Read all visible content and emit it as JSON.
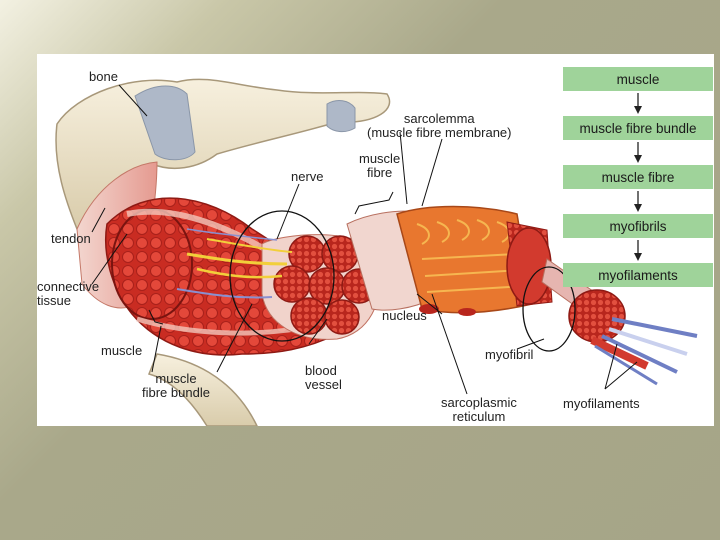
{
  "diagram": {
    "labels": {
      "bone": "bone",
      "tendon": "tendon",
      "connective_tissue": "connective\ntissue",
      "muscle": "muscle",
      "muscle_fibre_bundle": "muscle\nfibre bundle",
      "nerve": "nerve",
      "blood_vessel": "blood\nvessel",
      "muscle_fibre": "muscle\nfibre",
      "sarcolemma": "sarcolemma\n(muscle fibre membrane)",
      "nucleus": "nucleus",
      "sarcoplasmic_reticulum": "sarcoplasmic\nreticulum",
      "myofibril": "myofibril",
      "myofilaments": "myofilaments"
    },
    "hierarchy": [
      "muscle",
      "muscle fibre bundle",
      "muscle fibre",
      "myofibrils",
      "myofilaments"
    ]
  },
  "colors": {
    "flow_box": "#9fd39a",
    "muscle_red": "#d23a2e",
    "bone": "#efe6cf",
    "nerve": "#f2cf3a",
    "vessel_blue": "#6f7fc4"
  }
}
